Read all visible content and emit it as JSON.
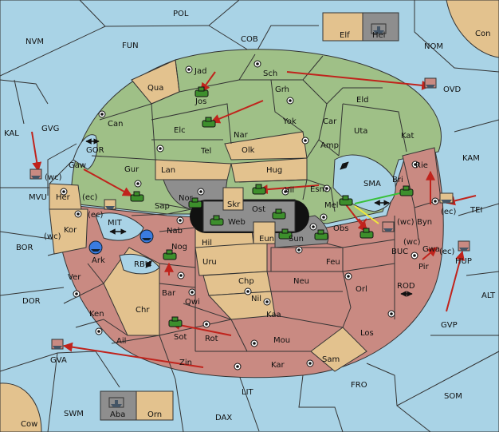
{
  "colors": {
    "sea": "#a9d3e6",
    "power_green": "#9fc087",
    "power_tan": "#e3c28e",
    "power_rose": "#c98a82",
    "neutral_grey": "#8e8e8e",
    "order_arrow": "#c0231c",
    "support_green": "#38c03a",
    "support_yellow": "#f2e83a"
  },
  "labels": {
    "POL": "POL",
    "NVM": "NVM",
    "FUN": "FUN",
    "COB": "COB",
    "NOM": "NOM",
    "Con": "Con",
    "Elf": "Elf",
    "Hel": "Hel",
    "OVD": "OVD",
    "KAL": "KAL",
    "GVG": "GVG",
    "MVU": "MVU",
    "GOR": "GOR",
    "Gaw": "Gaw",
    "Her": "Her",
    "Kor": "Kor",
    "MIT": "MIT",
    "BOR": "BOR",
    "Ark": "Ark",
    "RBU": "RBU",
    "Ver": "Ver",
    "DOR": "DOR",
    "Ken": "Ken",
    "Chr": "Chr",
    "Ail": "Ail",
    "Zin": "Zin",
    "GVA": "GVA",
    "SWM": "SWM",
    "Cow": "Cow",
    "Aba": "Aba",
    "Orn": "Orn",
    "DAX": "DAX",
    "LIT": "LIT",
    "FRO": "FRO",
    "SOM": "SOM",
    "GVP": "GVP",
    "ALT": "ALT",
    "HUP": "HUP",
    "TEI": "TEI",
    "KAM": "KAM",
    "Jad": "Jad",
    "Sch": "Sch",
    "Qua": "Qua",
    "Jos": "Jos",
    "Grh": "Grh",
    "Eld": "Eld",
    "Can": "Can",
    "Yok": "Yok",
    "Car": "Car",
    "Uta": "Uta",
    "Kat": "Kat",
    "Elc": "Elc",
    "Nar": "Nar",
    "Amp": "Amp",
    "Tel": "Tel",
    "Olk": "Olk",
    "Gur": "Gur",
    "Lan": "Lan",
    "Hug": "Hug",
    "Rie": "Rie",
    "Bri": "Bri",
    "SMA": "SMA",
    "Nor": "Nor",
    "Skr": "Skr",
    "Vil": "Vil",
    "Esm": "Esm",
    "Sap": "Sap",
    "Ost": "Ost",
    "Web": "Web",
    "Mel": "Mel",
    "Byn": "Byn",
    "Nab": "Nab",
    "Eun": "Eun",
    "Sun": "Sun",
    "Obs": "Obs",
    "Hil": "Hil",
    "Nog": "Nog",
    "Uru": "Uru",
    "Feu": "Feu",
    "BUC": "BUC",
    "Gwa": "Gwa",
    "Pir": "Pir",
    "Bar": "Bar",
    "Qwi": "Qwi",
    "Chp": "Chp",
    "Neu": "Neu",
    "Orl": "Orl",
    "ROD": "ROD",
    "Nil": "Nil",
    "Kaa": "Kaa",
    "Sot": "Sot",
    "Rot": "Rot",
    "Mou": "Mou",
    "Los": "Los",
    "Sam": "Sam",
    "Kar": "Kar"
  },
  "coast_tags": {
    "mvu": "(wc)",
    "her": "(ec)",
    "kor_ec": "(ec)",
    "kor_wc": "(wc)",
    "byn": "(wc)",
    "tei": "(ec)",
    "gwa_wc": "(wc)",
    "gwa_ec": "(ec)"
  },
  "units": [
    {
      "type": "army",
      "province": "Jos"
    },
    {
      "type": "army",
      "province": "Elc"
    },
    {
      "type": "army",
      "province": "Sap"
    },
    {
      "type": "army",
      "province": "Vil"
    },
    {
      "type": "army",
      "province": "Web"
    },
    {
      "type": "army",
      "province": "Ost"
    },
    {
      "type": "army",
      "province": "Sun"
    },
    {
      "type": "army",
      "province": "Mel"
    },
    {
      "type": "army",
      "province": "Bri"
    },
    {
      "type": "army",
      "province": "Obs"
    },
    {
      "type": "army",
      "province": "Nog"
    },
    {
      "type": "army",
      "province": "Sot"
    },
    {
      "type": "army",
      "province": "Rie"
    },
    {
      "type": "army",
      "province": "Nor"
    },
    {
      "type": "fleet",
      "province": "Hel"
    },
    {
      "type": "fleet",
      "province": "Aba"
    },
    {
      "type": "fleet",
      "province": "MIT"
    },
    {
      "type": "fleet",
      "province": "TEI"
    },
    {
      "type": "fleet",
      "province": "Ark"
    },
    {
      "type": "fleet",
      "province": "RBU"
    },
    {
      "type": "fleet",
      "province": "OVD"
    },
    {
      "type": "fleet",
      "province": "MVU"
    },
    {
      "type": "fleet",
      "province": "GVA"
    },
    {
      "type": "fleet",
      "province": "HUP"
    },
    {
      "type": "fleet",
      "province": "BUC"
    }
  ]
}
